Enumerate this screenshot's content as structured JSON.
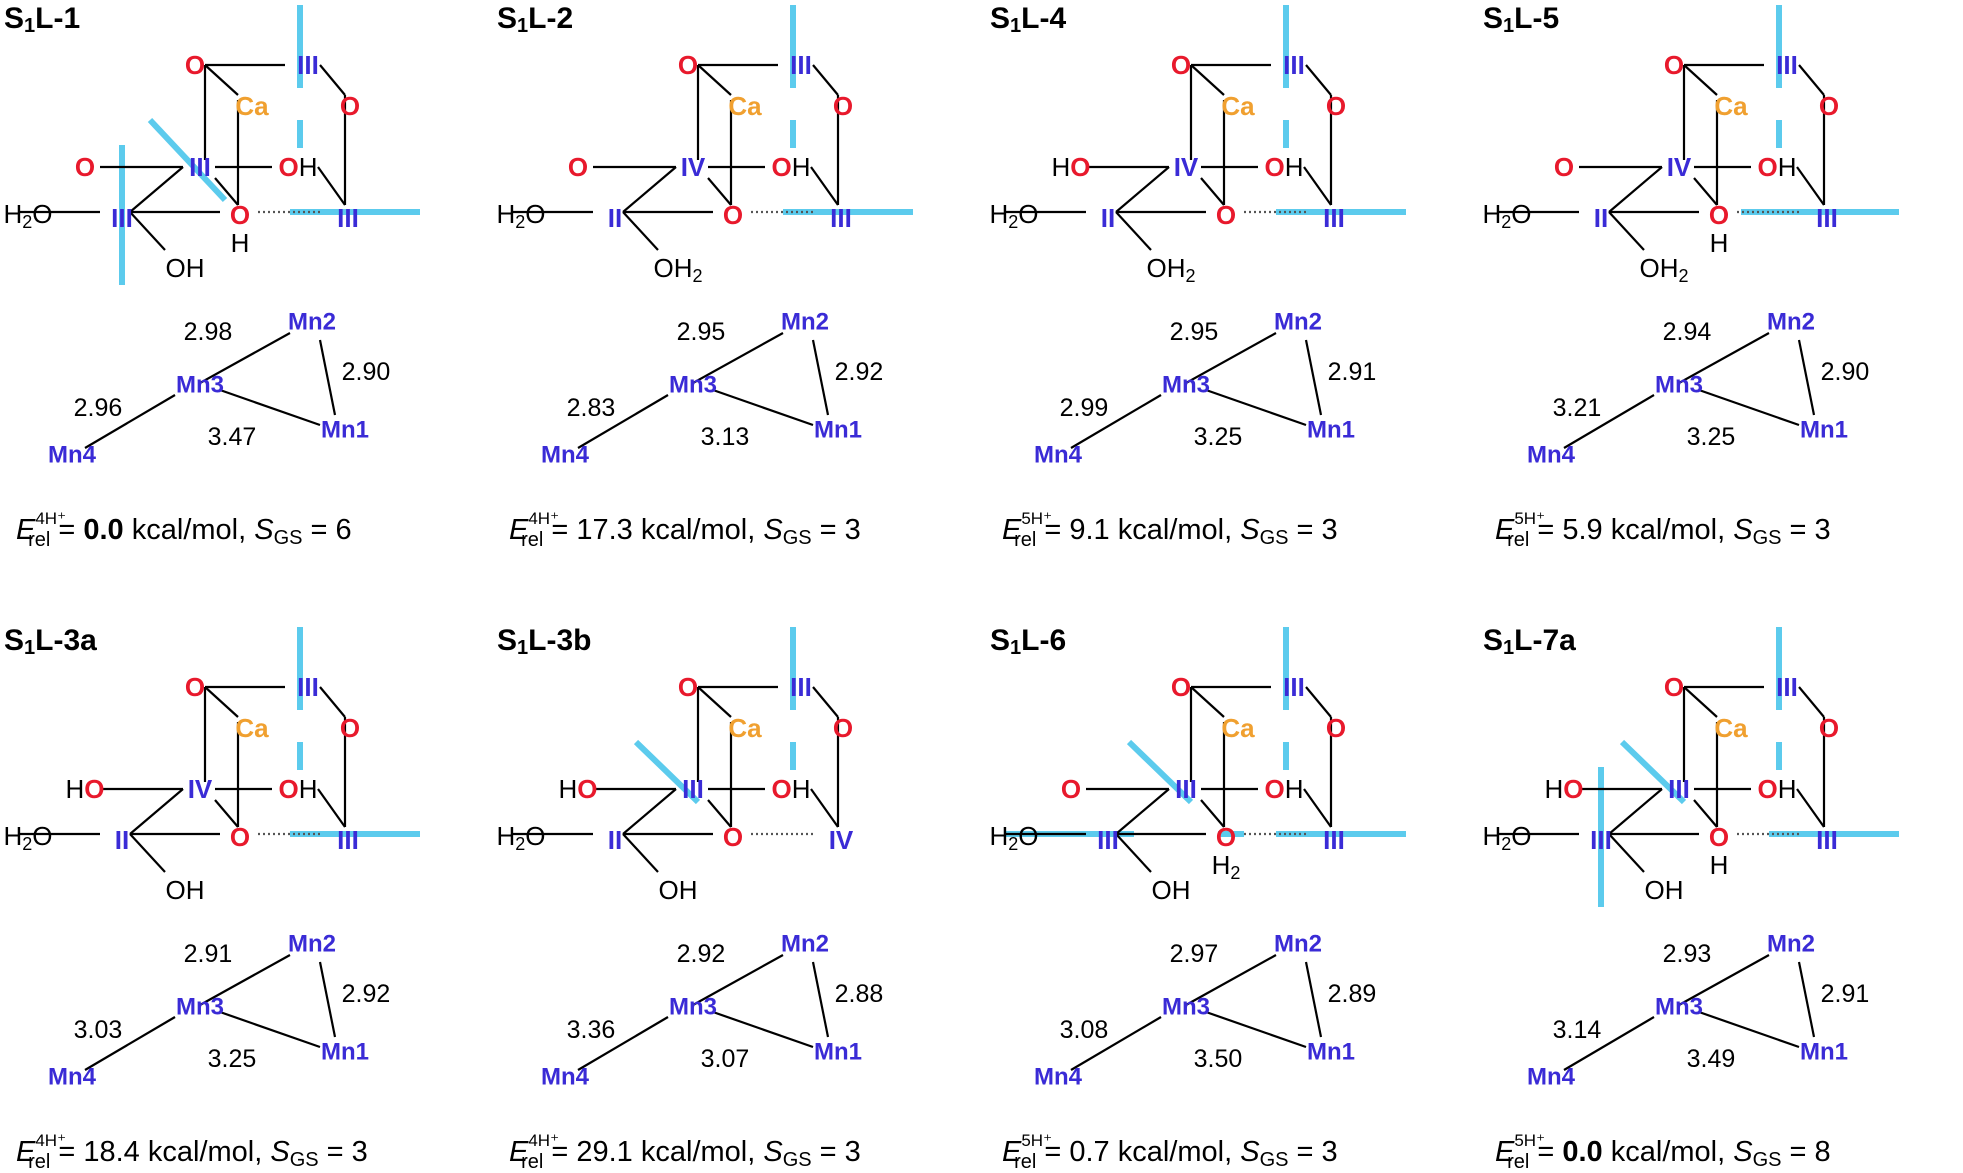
{
  "colors": {
    "mn": "#3a2bd6",
    "oxygen": "#e8192c",
    "calcium": "#f0a030",
    "jt_axis": "#5ccbed"
  },
  "symbols": {
    "o": "O",
    "h": "H",
    "ca": "Ca",
    "h2o": "H2O",
    "oh": "OH",
    "oh2": "OH2",
    "h2": "H2",
    "ho": "HO"
  },
  "labels": {
    "mn1": "Mn1",
    "mn2": "Mn2",
    "mn3": "Mn3",
    "mn4": "Mn4"
  },
  "text": {
    "e": "E",
    "rel": "rel",
    "eq": " = ",
    "unit": " kcal/mol, ",
    "s": "S",
    "gs": "GS"
  },
  "panels": [
    {
      "title_a": "S",
      "title_sub": "1",
      "title_b": "L-1",
      "ox": {
        "a": "III",
        "b": "III",
        "c": "III",
        "d": "III"
      },
      "o5": "O",
      "o5h": "H",
      "o2a": "O",
      "o2b": "",
      "w2": "OH",
      "dist": {
        "d23": "2.98",
        "d12": "2.90",
        "d34": "2.96",
        "d13": "3.47"
      },
      "energy": {
        "sup": "4H⁺",
        "value": "0.0",
        "bold": true,
        "s": "6"
      }
    },
    {
      "title_a": "S",
      "title_sub": "1",
      "title_b": "L-2",
      "ox": {
        "a": "III",
        "b": "IV",
        "c": "III",
        "d": "II"
      },
      "o5": "O",
      "o5h": "",
      "o2a": "O",
      "o2b": "",
      "w2": "OH2",
      "dist": {
        "d23": "2.95",
        "d12": "2.92",
        "d34": "2.83",
        "d13": "3.13"
      },
      "energy": {
        "sup": "4H⁺",
        "value": "17.3",
        "bold": false,
        "s": "3"
      }
    },
    {
      "title_a": "S",
      "title_sub": "1",
      "title_b": "L-4",
      "ox": {
        "a": "III",
        "b": "IV",
        "c": "III",
        "d": "II"
      },
      "o5": "O",
      "o5h": "",
      "o2a": "O",
      "o2b": "H",
      "w2": "OH2",
      "dist": {
        "d23": "2.95",
        "d12": "2.91",
        "d34": "2.99",
        "d13": "3.25"
      },
      "energy": {
        "sup": "5H⁺",
        "value": "9.1",
        "bold": false,
        "s": "3"
      }
    },
    {
      "title_a": "S",
      "title_sub": "1",
      "title_b": "L-5",
      "ox": {
        "a": "III",
        "b": "IV",
        "c": "III",
        "d": "II"
      },
      "o5": "O",
      "o5h": "H",
      "o2a": "O",
      "o2b": "",
      "w2": "OH2",
      "dist": {
        "d23": "2.94",
        "d12": "2.90",
        "d34": "3.21",
        "d13": "3.25"
      },
      "energy": {
        "sup": "5H⁺",
        "value": "5.9",
        "bold": false,
        "s": "3"
      }
    },
    {
      "title_a": "S",
      "title_sub": "1",
      "title_b": "L-3a",
      "ox": {
        "a": "III",
        "b": "IV",
        "c": "III",
        "d": "II"
      },
      "o5": "O",
      "o5h": "",
      "o2a": "O",
      "o2b": "H",
      "w2": "OH",
      "dist": {
        "d23": "2.91",
        "d12": "2.92",
        "d34": "3.03",
        "d13": "3.25"
      },
      "energy": {
        "sup": "4H⁺",
        "value": "18.4",
        "bold": false,
        "s": "3"
      }
    },
    {
      "title_a": "S",
      "title_sub": "1",
      "title_b": "L-3b",
      "ox": {
        "a": "III",
        "b": "III",
        "c": "IV",
        "d": "II"
      },
      "o5": "O",
      "o5h": "",
      "o2a": "O",
      "o2b": "H",
      "w2": "OH",
      "dist": {
        "d23": "2.92",
        "d12": "2.88",
        "d34": "3.36",
        "d13": "3.07"
      },
      "energy": {
        "sup": "4H⁺",
        "value": "29.1",
        "bold": false,
        "s": "3"
      }
    },
    {
      "title_a": "S",
      "title_sub": "1",
      "title_b": "L-6",
      "ox": {
        "a": "III",
        "b": "III",
        "c": "III",
        "d": "III"
      },
      "o5": "O",
      "o5h": "H2",
      "o2a": "O",
      "o2b": "",
      "w2": "OH",
      "dist": {
        "d23": "2.97",
        "d12": "2.89",
        "d34": "3.08",
        "d13": "3.50"
      },
      "energy": {
        "sup": "5H⁺",
        "value": "0.7",
        "bold": false,
        "s": "3"
      }
    },
    {
      "title_a": "S",
      "title_sub": "1",
      "title_b": "L-7a",
      "ox": {
        "a": "III",
        "b": "III",
        "c": "III",
        "d": "III"
      },
      "o5": "O",
      "o5h": "H",
      "o2a": "O",
      "o2b": "H",
      "w2": "OH",
      "dist": {
        "d23": "2.93",
        "d12": "2.91",
        "d34": "3.14",
        "d13": "3.49"
      },
      "energy": {
        "sup": "5H⁺",
        "value": "0.0",
        "bold": true,
        "s": "8"
      }
    }
  ]
}
